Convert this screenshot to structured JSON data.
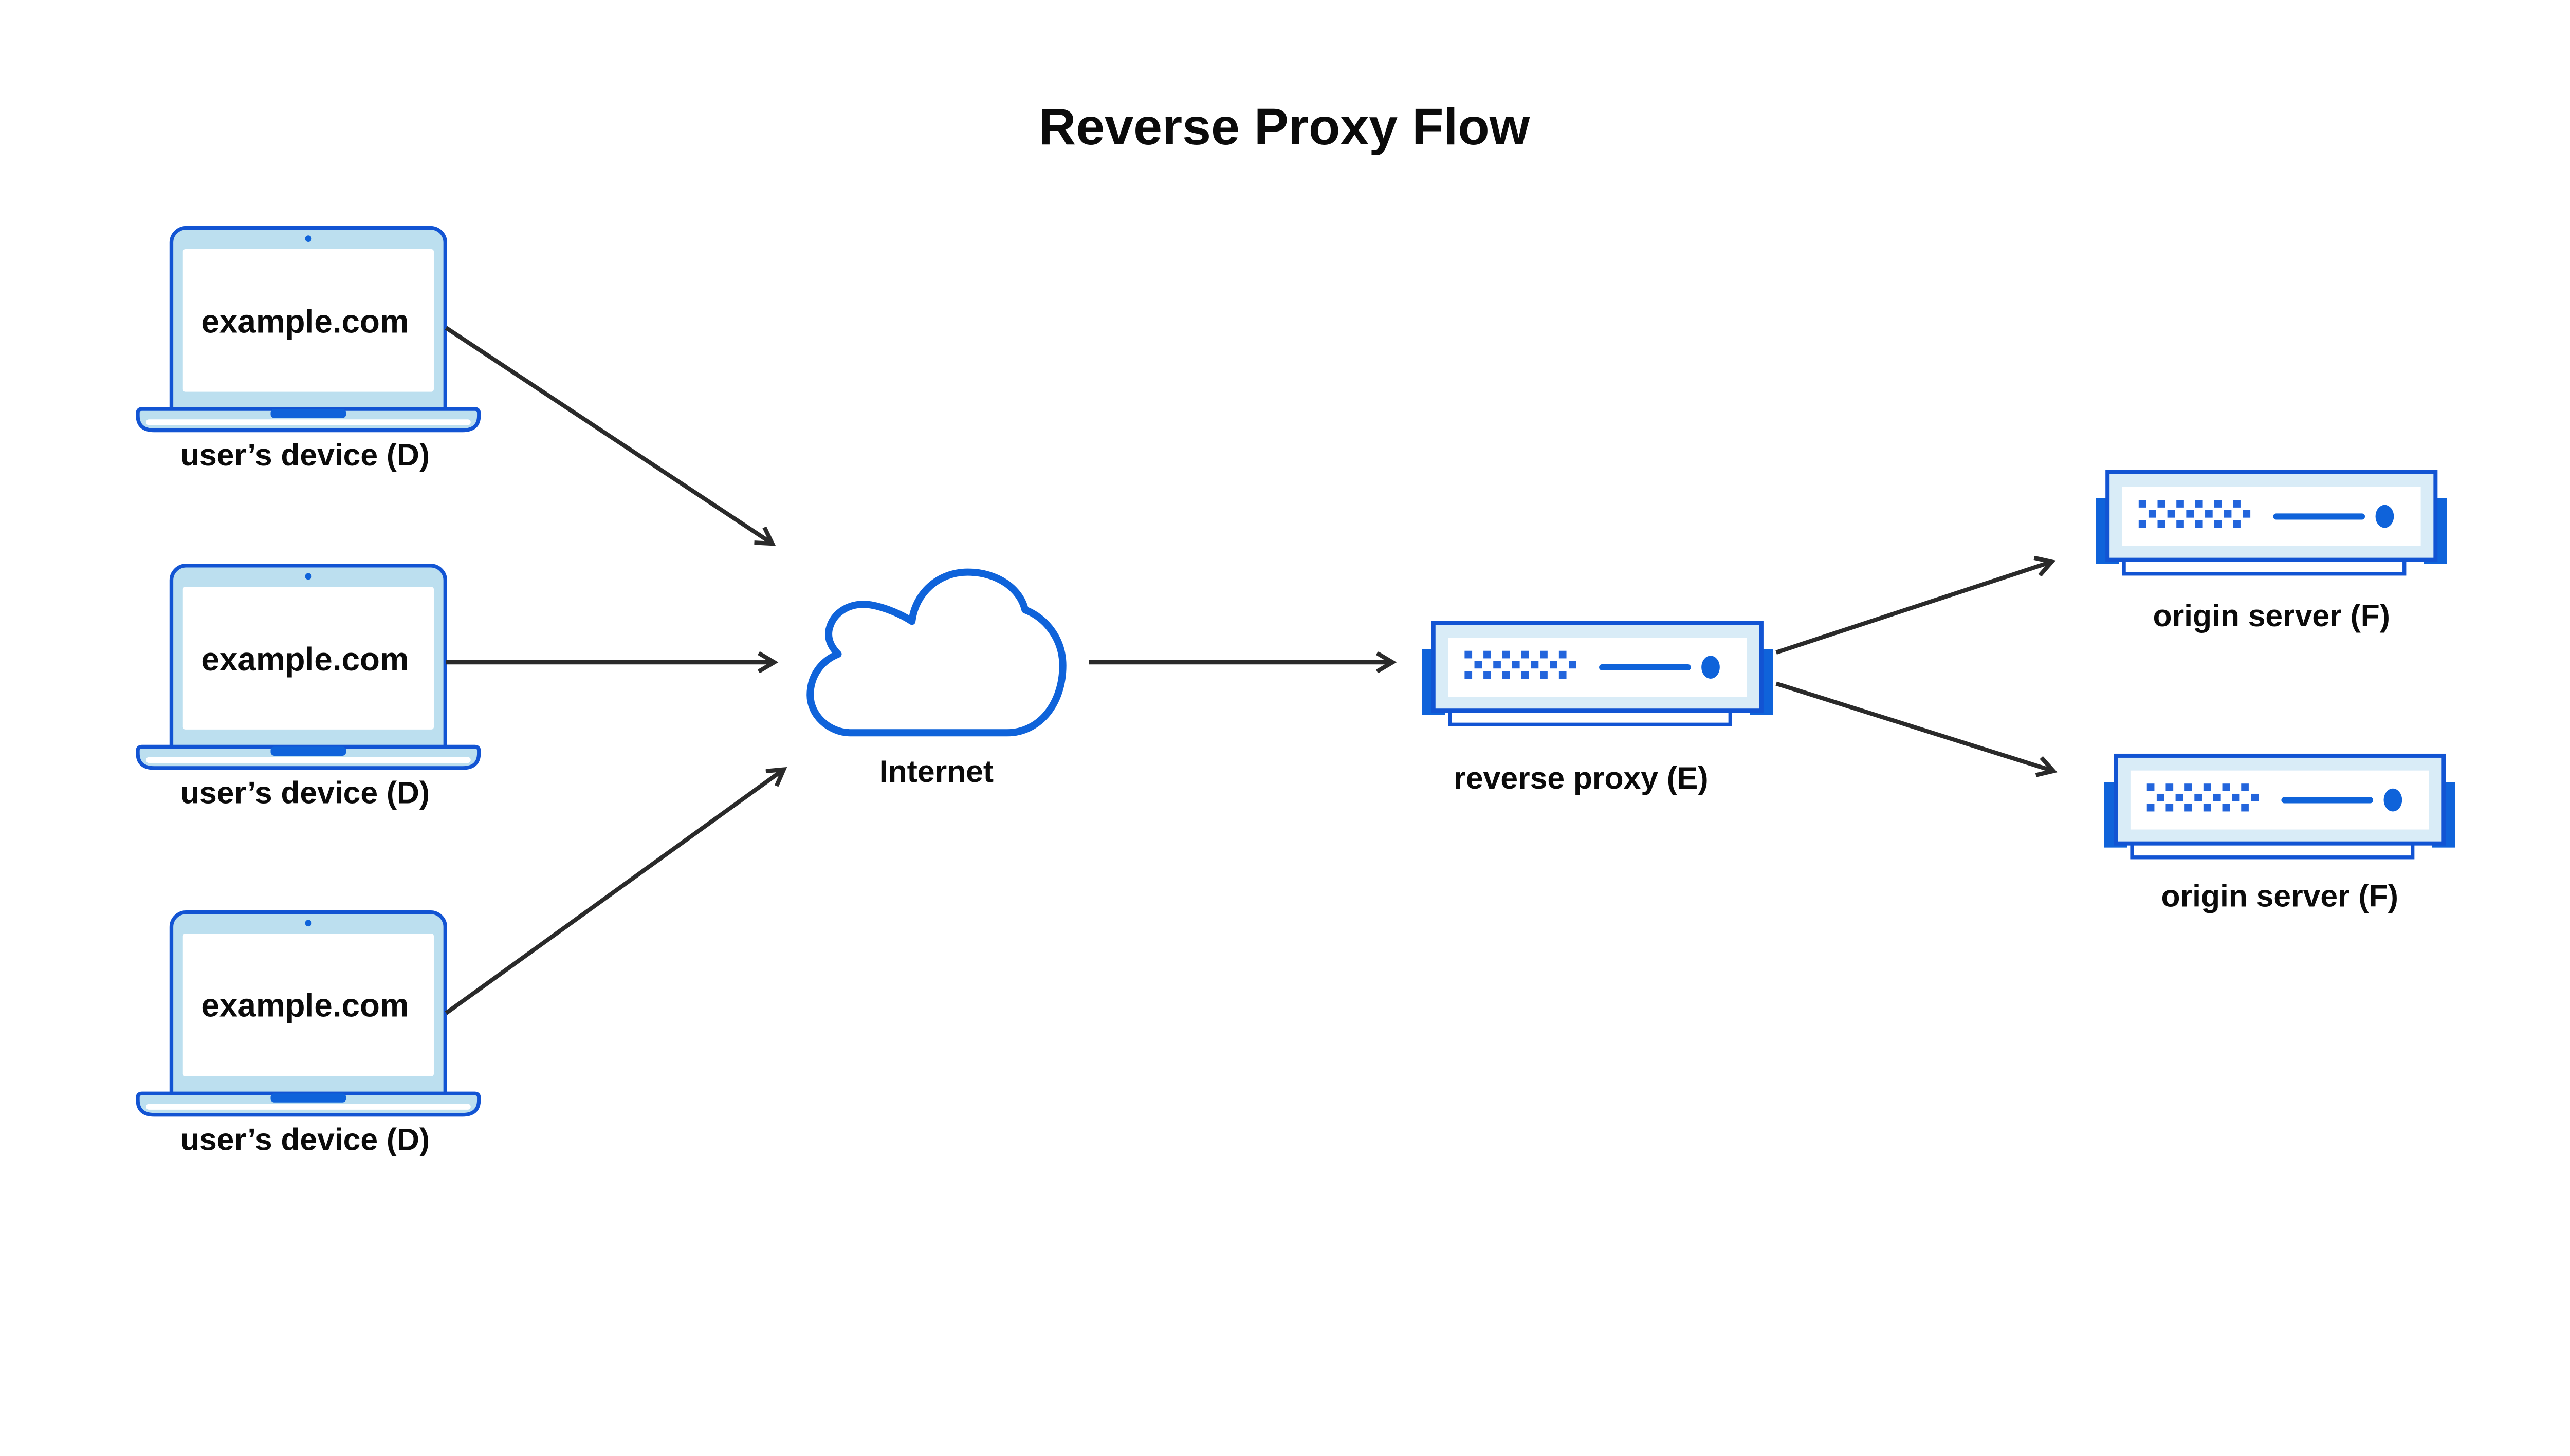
{
  "title": "Reverse Proxy Flow",
  "colors": {
    "c-outline": "#1254d3",
    "c-solid": "#0f63da",
    "c-vent": "#2365dc",
    "c-laptop-fill": "#bcdfef",
    "c-server-fill": "#d9ecf7",
    "c-arrow": "#2a2a2a",
    "c-text": "#0b0b0b",
    "c-bg": "#ffffff"
  },
  "nodes": {
    "devices": [
      {
        "id": "device-1",
        "screen_text": "example.com",
        "label": "user’s device (D)"
      },
      {
        "id": "device-2",
        "screen_text": "example.com",
        "label": "user’s device (D)"
      },
      {
        "id": "device-3",
        "screen_text": "example.com",
        "label": "user’s device (D)"
      }
    ],
    "internet": {
      "id": "internet",
      "label": "Internet"
    },
    "proxy": {
      "id": "reverse-proxy",
      "label": "reverse proxy (E)"
    },
    "origins": [
      {
        "id": "origin-1",
        "label": "origin server (F)"
      },
      {
        "id": "origin-2",
        "label": "origin server (F)"
      }
    ]
  },
  "edges": [
    {
      "from": "device-1",
      "to": "internet"
    },
    {
      "from": "device-2",
      "to": "internet"
    },
    {
      "from": "device-3",
      "to": "internet"
    },
    {
      "from": "internet",
      "to": "reverse-proxy"
    },
    {
      "from": "reverse-proxy",
      "to": "origin-1"
    },
    {
      "from": "reverse-proxy",
      "to": "origin-2"
    }
  ]
}
